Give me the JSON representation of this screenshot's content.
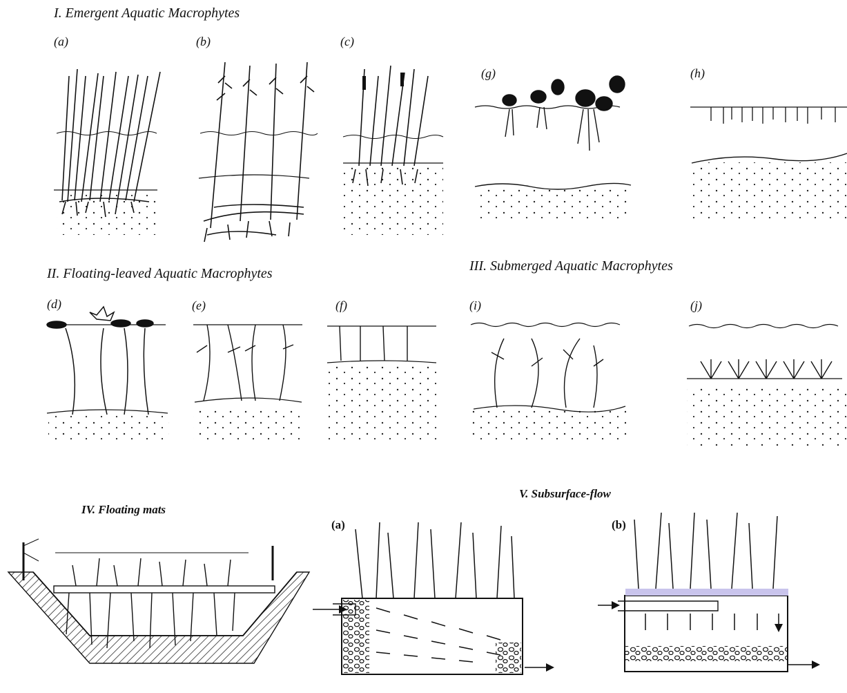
{
  "sections": {
    "emergent": "I. Emergent Aquatic Macrophytes",
    "floating_leaved": "II. Floating-leaved Aquatic Macrophytes",
    "submerged": "III. Submerged Aquatic Macrophytes",
    "floating_mats": "IV. Floating mats",
    "subsurface": "V. Subsurface-flow"
  },
  "panels": {
    "a": "(a)",
    "b": "(b)",
    "c": "(c)",
    "d": "(d)",
    "e": "(e)",
    "f": "(f)",
    "g": "(g)",
    "h": "(h)",
    "i": "(i)",
    "j": "(j)",
    "sub_a": "(a)",
    "sub_b": "(b)"
  }
}
